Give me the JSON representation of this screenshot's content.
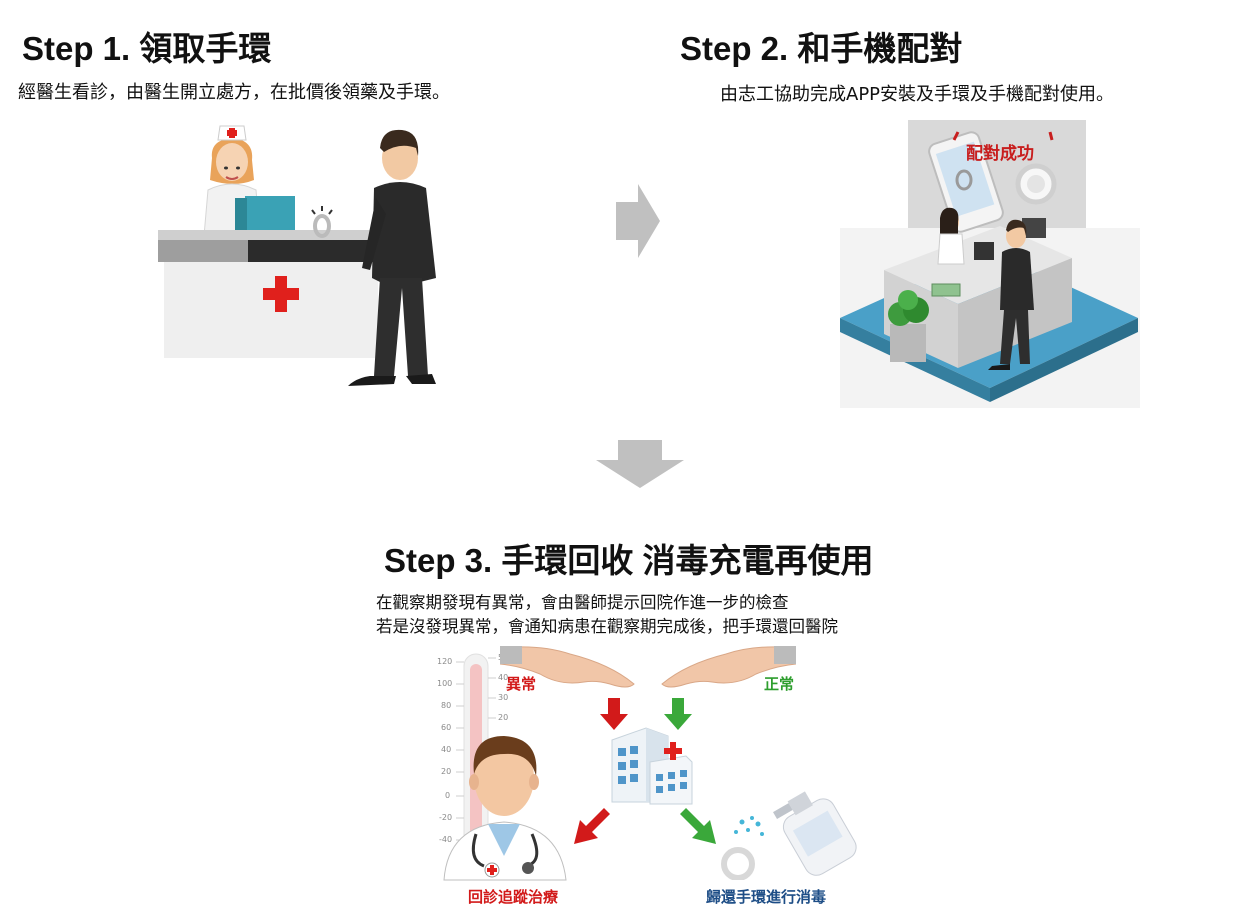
{
  "step1": {
    "title": "Step 1. 領取手環",
    "description": "經醫生看診，由醫生開立處方，在批價後領藥及手環。"
  },
  "step2": {
    "title": "Step 2. 和手機配對",
    "description": "由志工協助完成APP安裝及手環及手機配對使用。",
    "phone_badge": "配對成功"
  },
  "step3": {
    "title": "Step 3. 手環回收 消毒充電再使用",
    "description_line1": "在觀察期發現有異常，會由醫師提示回院作進一步的檢查",
    "description_line2": "若是沒發現異常，會通知病患在觀察期完成後，把手環還回醫院",
    "label_abnormal": "異常",
    "label_normal": "正常",
    "label_followup": "回診追蹤治療",
    "label_return": "歸還手環進行消毒",
    "thermo_left_ticks": [
      "120",
      "100",
      "80",
      "60",
      "40",
      "20",
      "0",
      "-20",
      "-40"
    ],
    "thermo_right_ticks": [
      "50",
      "40",
      "30",
      "20"
    ]
  },
  "colors": {
    "arrow_gray": "#c0c0c0",
    "red_cross": "#e0201c",
    "arrow_red": "#d21a1a",
    "arrow_green": "#3aa83a",
    "floor_blue": "#4aa0c8",
    "label_blue": "#1d4d86"
  }
}
